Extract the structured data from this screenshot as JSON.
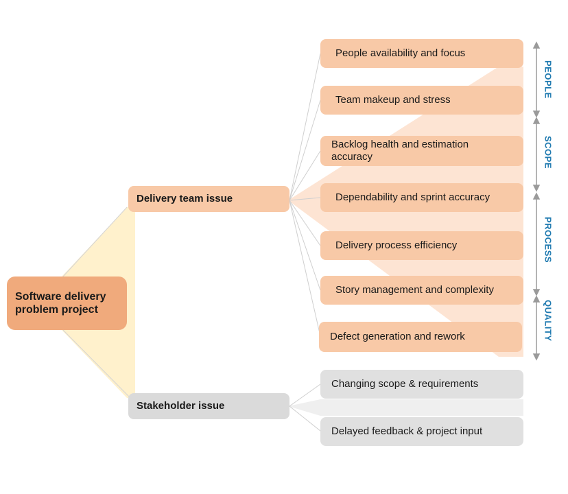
{
  "root": {
    "label": "Software delivery problem project"
  },
  "branches": [
    {
      "label": "Delivery team issue",
      "items": [
        "People availability and focus",
        "Team makeup and stress",
        "Backlog health and estimation accuracy",
        "Dependability and sprint accuracy",
        "Delivery process efficiency",
        "Story management and complexity",
        "Defect generation and rework"
      ]
    },
    {
      "label": "Stakeholder issue",
      "items": [
        "Changing scope & requirements",
        "Delayed feedback & project input"
      ]
    }
  ],
  "categories": [
    "PEOPLE",
    "SCOPE",
    "PROCESS",
    "QUALITY"
  ],
  "colors": {
    "root": "#f0aa7c",
    "node": "#f8c9a7",
    "highlight": "#fde4d3",
    "stakeholder_node": "#dadada",
    "root_fan": "#fff1cc",
    "category_text": "#1f7ab0",
    "arrow": "#9a9a9a",
    "connector": "#cfcfcf"
  }
}
